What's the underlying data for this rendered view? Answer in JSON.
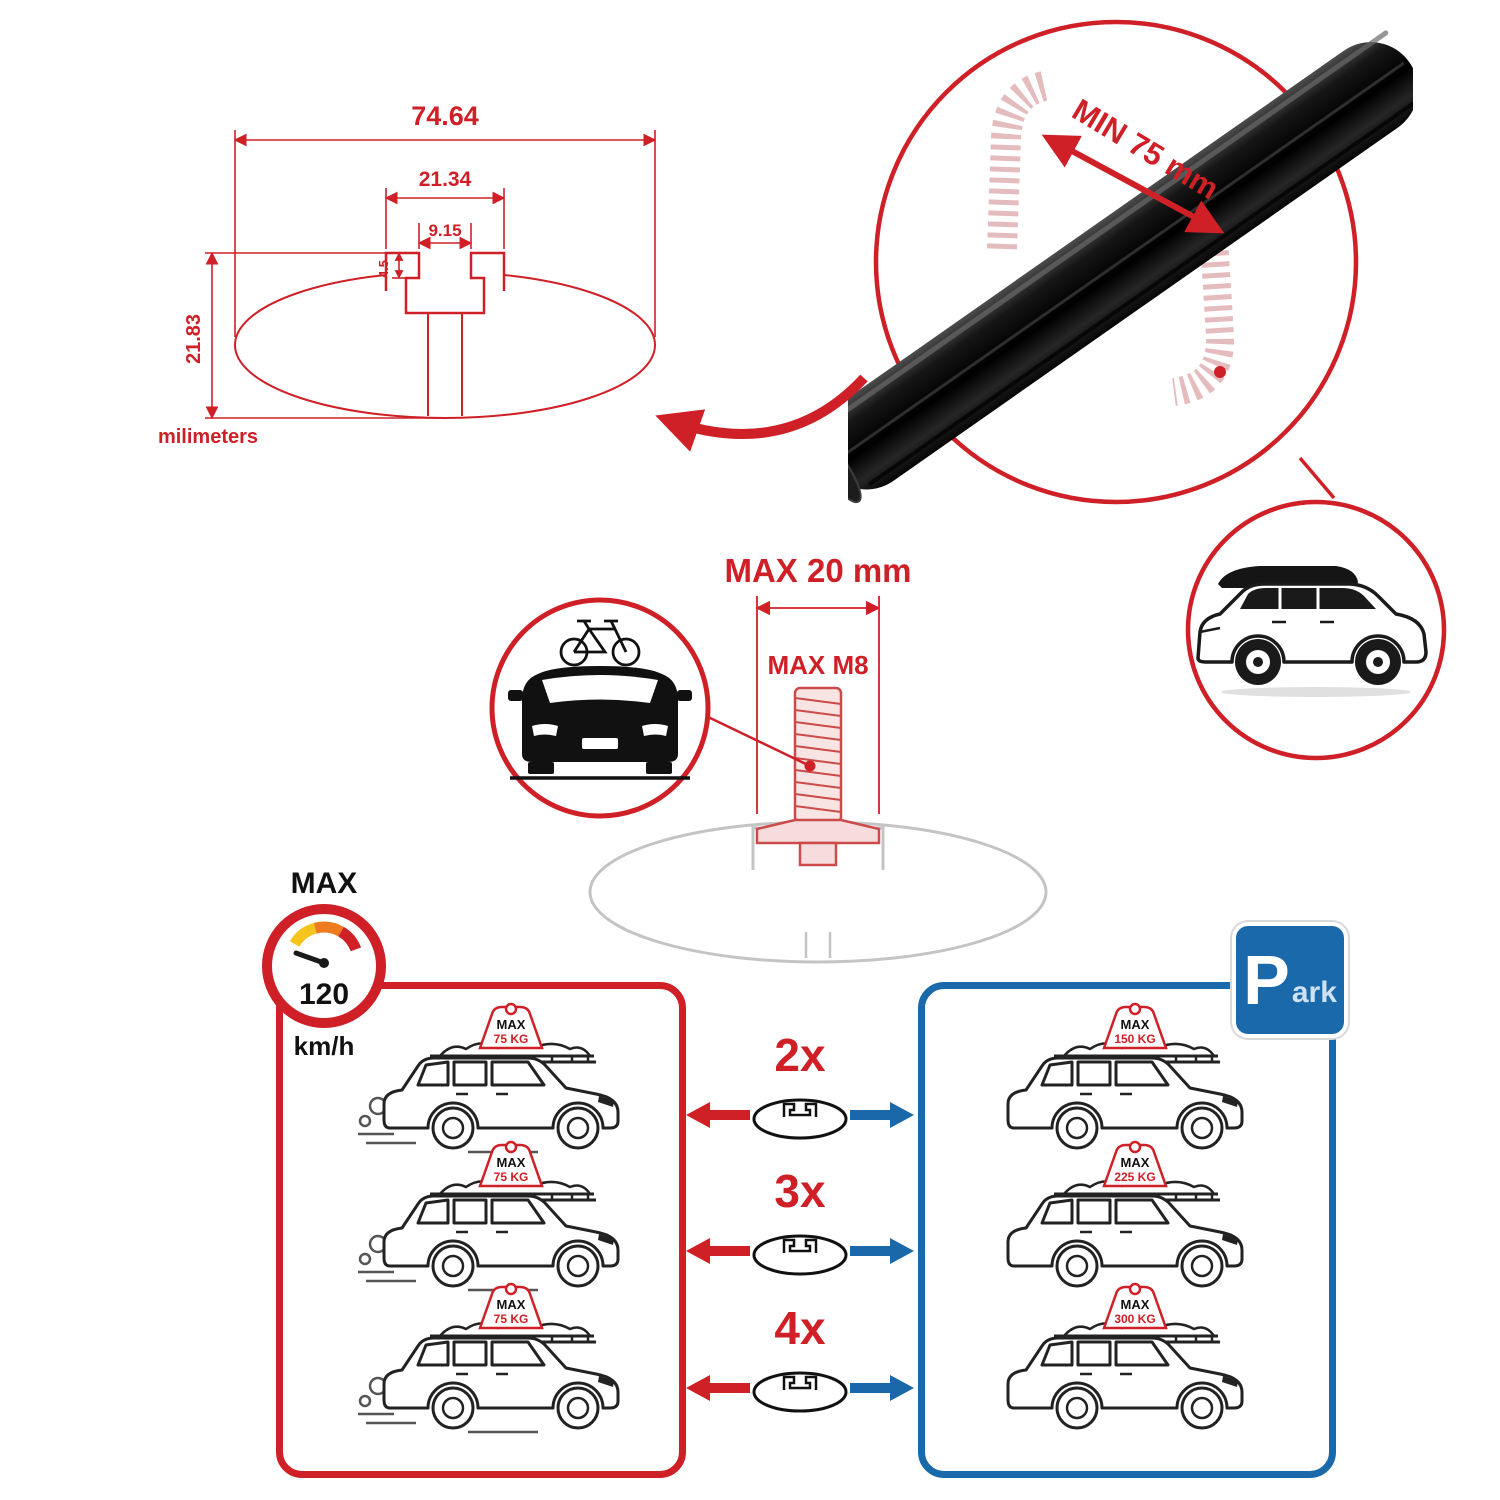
{
  "accent_colors": {
    "red": "#cf2027",
    "blue": "#1a68a9"
  },
  "profile_dimensions": {
    "total_width": "74.64",
    "channel_width": "21.34",
    "slot_width": "9.15",
    "slot_depth": "4.5",
    "total_height": "21.83",
    "units_label": "milimeters"
  },
  "bar": {
    "min_span": "MIN 75 mm"
  },
  "bolt": {
    "max_width": "MAX 20 mm",
    "max_thread": "MAX M8"
  },
  "speed": {
    "title": "MAX",
    "value": "120",
    "unit": "km/h"
  },
  "park_sign": {
    "p": "P",
    "ark": "ark"
  },
  "rows": [
    {
      "multiplier": "2x",
      "moving_max": "MAX",
      "moving_kg": "75 KG",
      "parked_max": "MAX",
      "parked_kg": "150 KG"
    },
    {
      "multiplier": "3x",
      "moving_max": "MAX",
      "moving_kg": "75 KG",
      "parked_max": "MAX",
      "parked_kg": "225 KG"
    },
    {
      "multiplier": "4x",
      "moving_max": "MAX",
      "moving_kg": "75 KG",
      "parked_max": "MAX",
      "parked_kg": "300 KG"
    }
  ]
}
